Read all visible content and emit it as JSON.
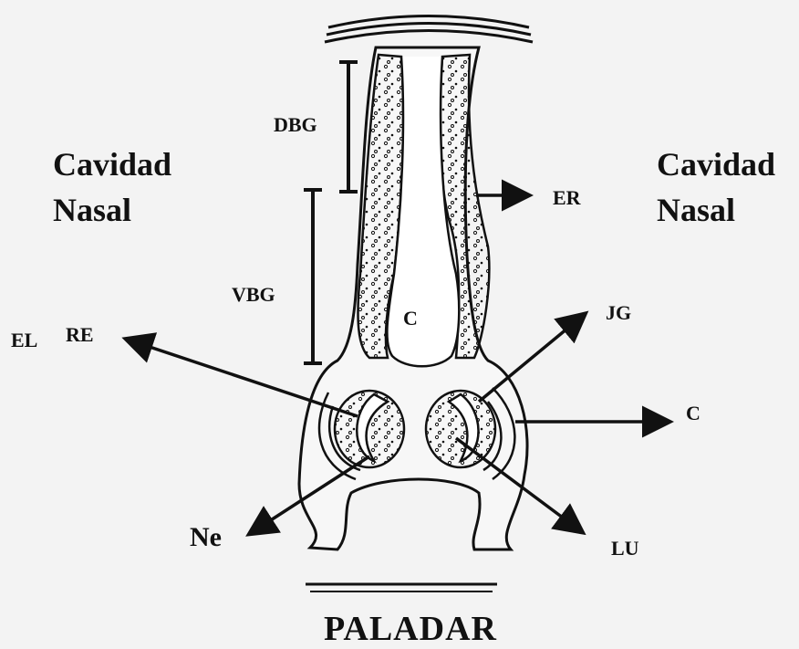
{
  "labels": {
    "left_region": [
      "Cavidad",
      "Nasal"
    ],
    "right_region": [
      "Cavidad",
      "Nasal"
    ],
    "bottom_title": "PALADAR",
    "dbg": "DBG",
    "vbg": "VBG",
    "lumen": "C",
    "er": "ER",
    "el": "EL",
    "re": "RE",
    "jg": "JG",
    "cartilage": "C",
    "ne": "Ne",
    "lu": "LU"
  },
  "colors": {
    "ink": "#111111",
    "tissue": "#f7f7f7",
    "background": "#f3f3f3"
  }
}
